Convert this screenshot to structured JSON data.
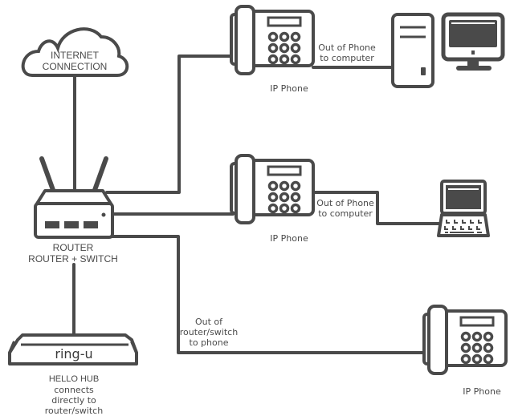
{
  "diagram": {
    "stroke_color": "#4a4a4a",
    "nodes": {
      "internet": {
        "label_line1": "INTERNET",
        "label_line2": "CONNECTION"
      },
      "router": {
        "label_line1": "ROUTER",
        "label_line2": "ROUTER + SWITCH"
      },
      "hub": {
        "device_text": "ring-u",
        "label_line1": "HELLO HUB",
        "label_line2": "connects",
        "label_line3": "directly to",
        "label_line4": "router/switch"
      },
      "phone1": {
        "label": "IP Phone"
      },
      "phone2": {
        "label": "IP Phone"
      },
      "phone3": {
        "label": "IP Phone"
      }
    },
    "connections": {
      "phone1_to_computer": {
        "line1": "Out of Phone",
        "line2": "to computer"
      },
      "phone2_to_laptop": {
        "line1": "Out of Phone",
        "line2": "to computer"
      },
      "router_to_phone3": {
        "line1": "Out of",
        "line2": "router/switch",
        "line3": "to phone"
      }
    }
  }
}
